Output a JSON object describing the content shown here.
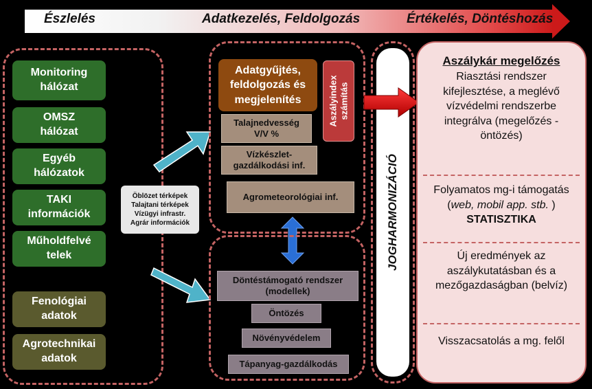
{
  "header": {
    "stage1": "Észlelés",
    "stage2": "Adatkezelés, Feldolgozás",
    "stage3": "Értékelés, Döntéshozás"
  },
  "sources": [
    {
      "line1": "Monitoring",
      "line2": "hálózat"
    },
    {
      "line1": "OMSZ",
      "line2": "hálózat"
    },
    {
      "line1": "Egyéb",
      "line2": "hálózatok"
    },
    {
      "line1": "TAKI",
      "line2": "információk"
    },
    {
      "line1": "Műholdfelvé",
      "line2": "telek"
    },
    {
      "line1": "Fenológiai",
      "line2": "adatok"
    },
    {
      "line1": "Agrotechnikai",
      "line2": "adatok"
    }
  ],
  "info_box": [
    "Öblözet térképek",
    "Talajtani térképek",
    "Vízügyi infrastr.",
    "Agrár információk"
  ],
  "processing": {
    "main_line1": "Adatgyűjtés,",
    "main_line2": "feldolgozás és",
    "main_line3": "megjelenítés",
    "index_line1": "Aszályindex",
    "index_line2": "számítás",
    "soil_line1": "Talajnedvesség",
    "soil_line2": "V/V %",
    "water_line1": "Vízkészlet-",
    "water_line2": "gazdálkodási inf.",
    "agromet": "Agrometeorológiai inf."
  },
  "decision": {
    "dss_line1": "Döntéstámogató rendszer",
    "dss_line2": "(modellek)",
    "irrigation": "Öntözés",
    "plant_protection": "Növényvédelem",
    "nutrient": "Tápanyag-gazdálkodás"
  },
  "vertical_label": "JOGHARMONIZÁCIÓ",
  "outcomes": {
    "title": "Aszálykár megelőzés",
    "s1": "Riasztási rendszer kifejlesztése, a meglévő vízvédelmi  rendszerbe integrálva (megelőzés - öntözés)",
    "s2_prefix": "Folyamatos  mg-i támogatás  (",
    "s2_italic": "web, mobil app. stb.",
    "s2_mid": " ) ",
    "s2_bold": "STATISZTIKA",
    "s3": "Új eredmények  az aszálykutatásban és a mezőgazdaságban (belvíz)",
    "s4": "Visszacsatolás a mg. felől"
  },
  "colors": {
    "green": "#2e6e2a",
    "olive": "#5a5a2e",
    "brown": "#8e4a10",
    "red": "#cc1a1a",
    "dash": "#c46363",
    "cyan": "#4fb3c9",
    "blue": "#2a6fd6"
  }
}
